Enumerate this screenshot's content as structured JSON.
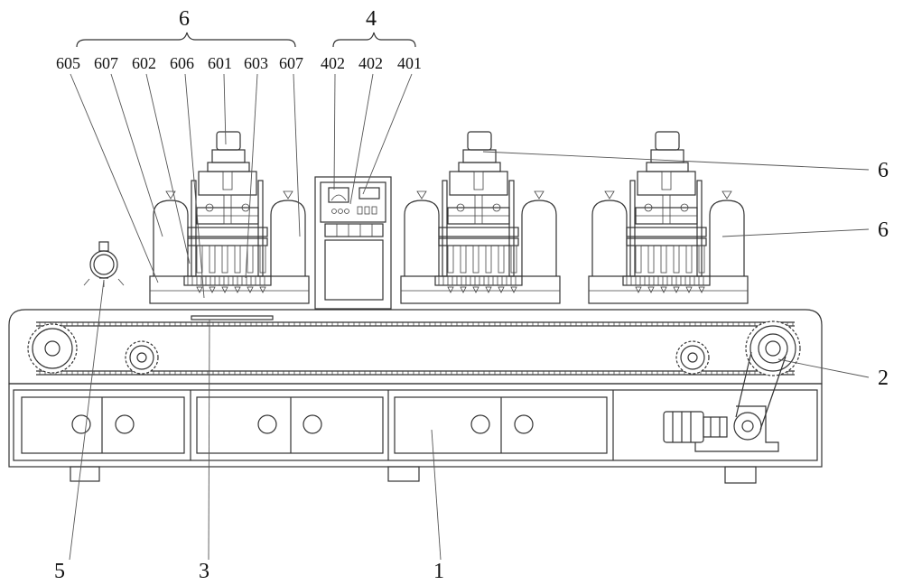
{
  "callouts": {
    "group_6_label": "6",
    "group_4_label": "4",
    "top_row": [
      "605",
      "607",
      "602",
      "606",
      "601",
      "603",
      "607",
      "402",
      "402",
      "401"
    ],
    "right_6a": "6",
    "right_6b": "6",
    "right_2": "2",
    "bottom_5": "5",
    "bottom_3": "3",
    "bottom_1": "1"
  },
  "style": {
    "line_color": "#333333",
    "background": "#ffffff"
  }
}
